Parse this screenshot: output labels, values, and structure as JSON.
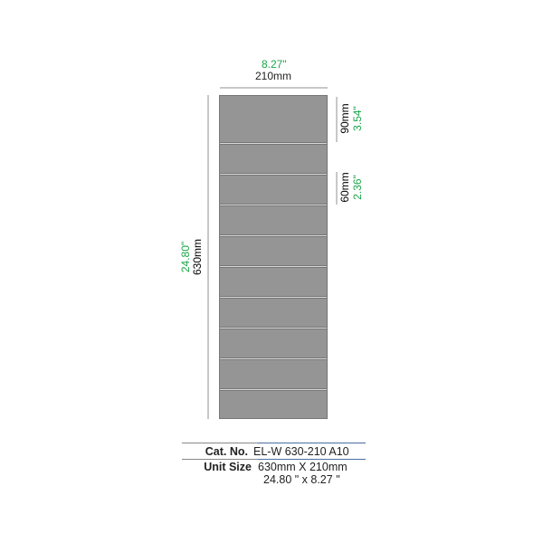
{
  "width_dim": {
    "inch": "8.27\"",
    "mm": "210mm"
  },
  "height_dim": {
    "inch": "24.80\"",
    "mm": "630mm"
  },
  "top_shelf_dim": {
    "inch": "3.54\"",
    "mm": "90mm"
  },
  "shelf_dim": {
    "inch": "2.36\"",
    "mm": "60mm"
  },
  "shelf_count": 10,
  "spec": {
    "cat_label": "Cat. No.",
    "cat_value": "EL-W 630-210 A10",
    "size_label": "Unit Size",
    "size_mm": "630mm X 210mm",
    "size_inch": "24.80 \" x 8.27 \""
  },
  "colors": {
    "green": "#1aa64a",
    "panel": "#959595"
  }
}
